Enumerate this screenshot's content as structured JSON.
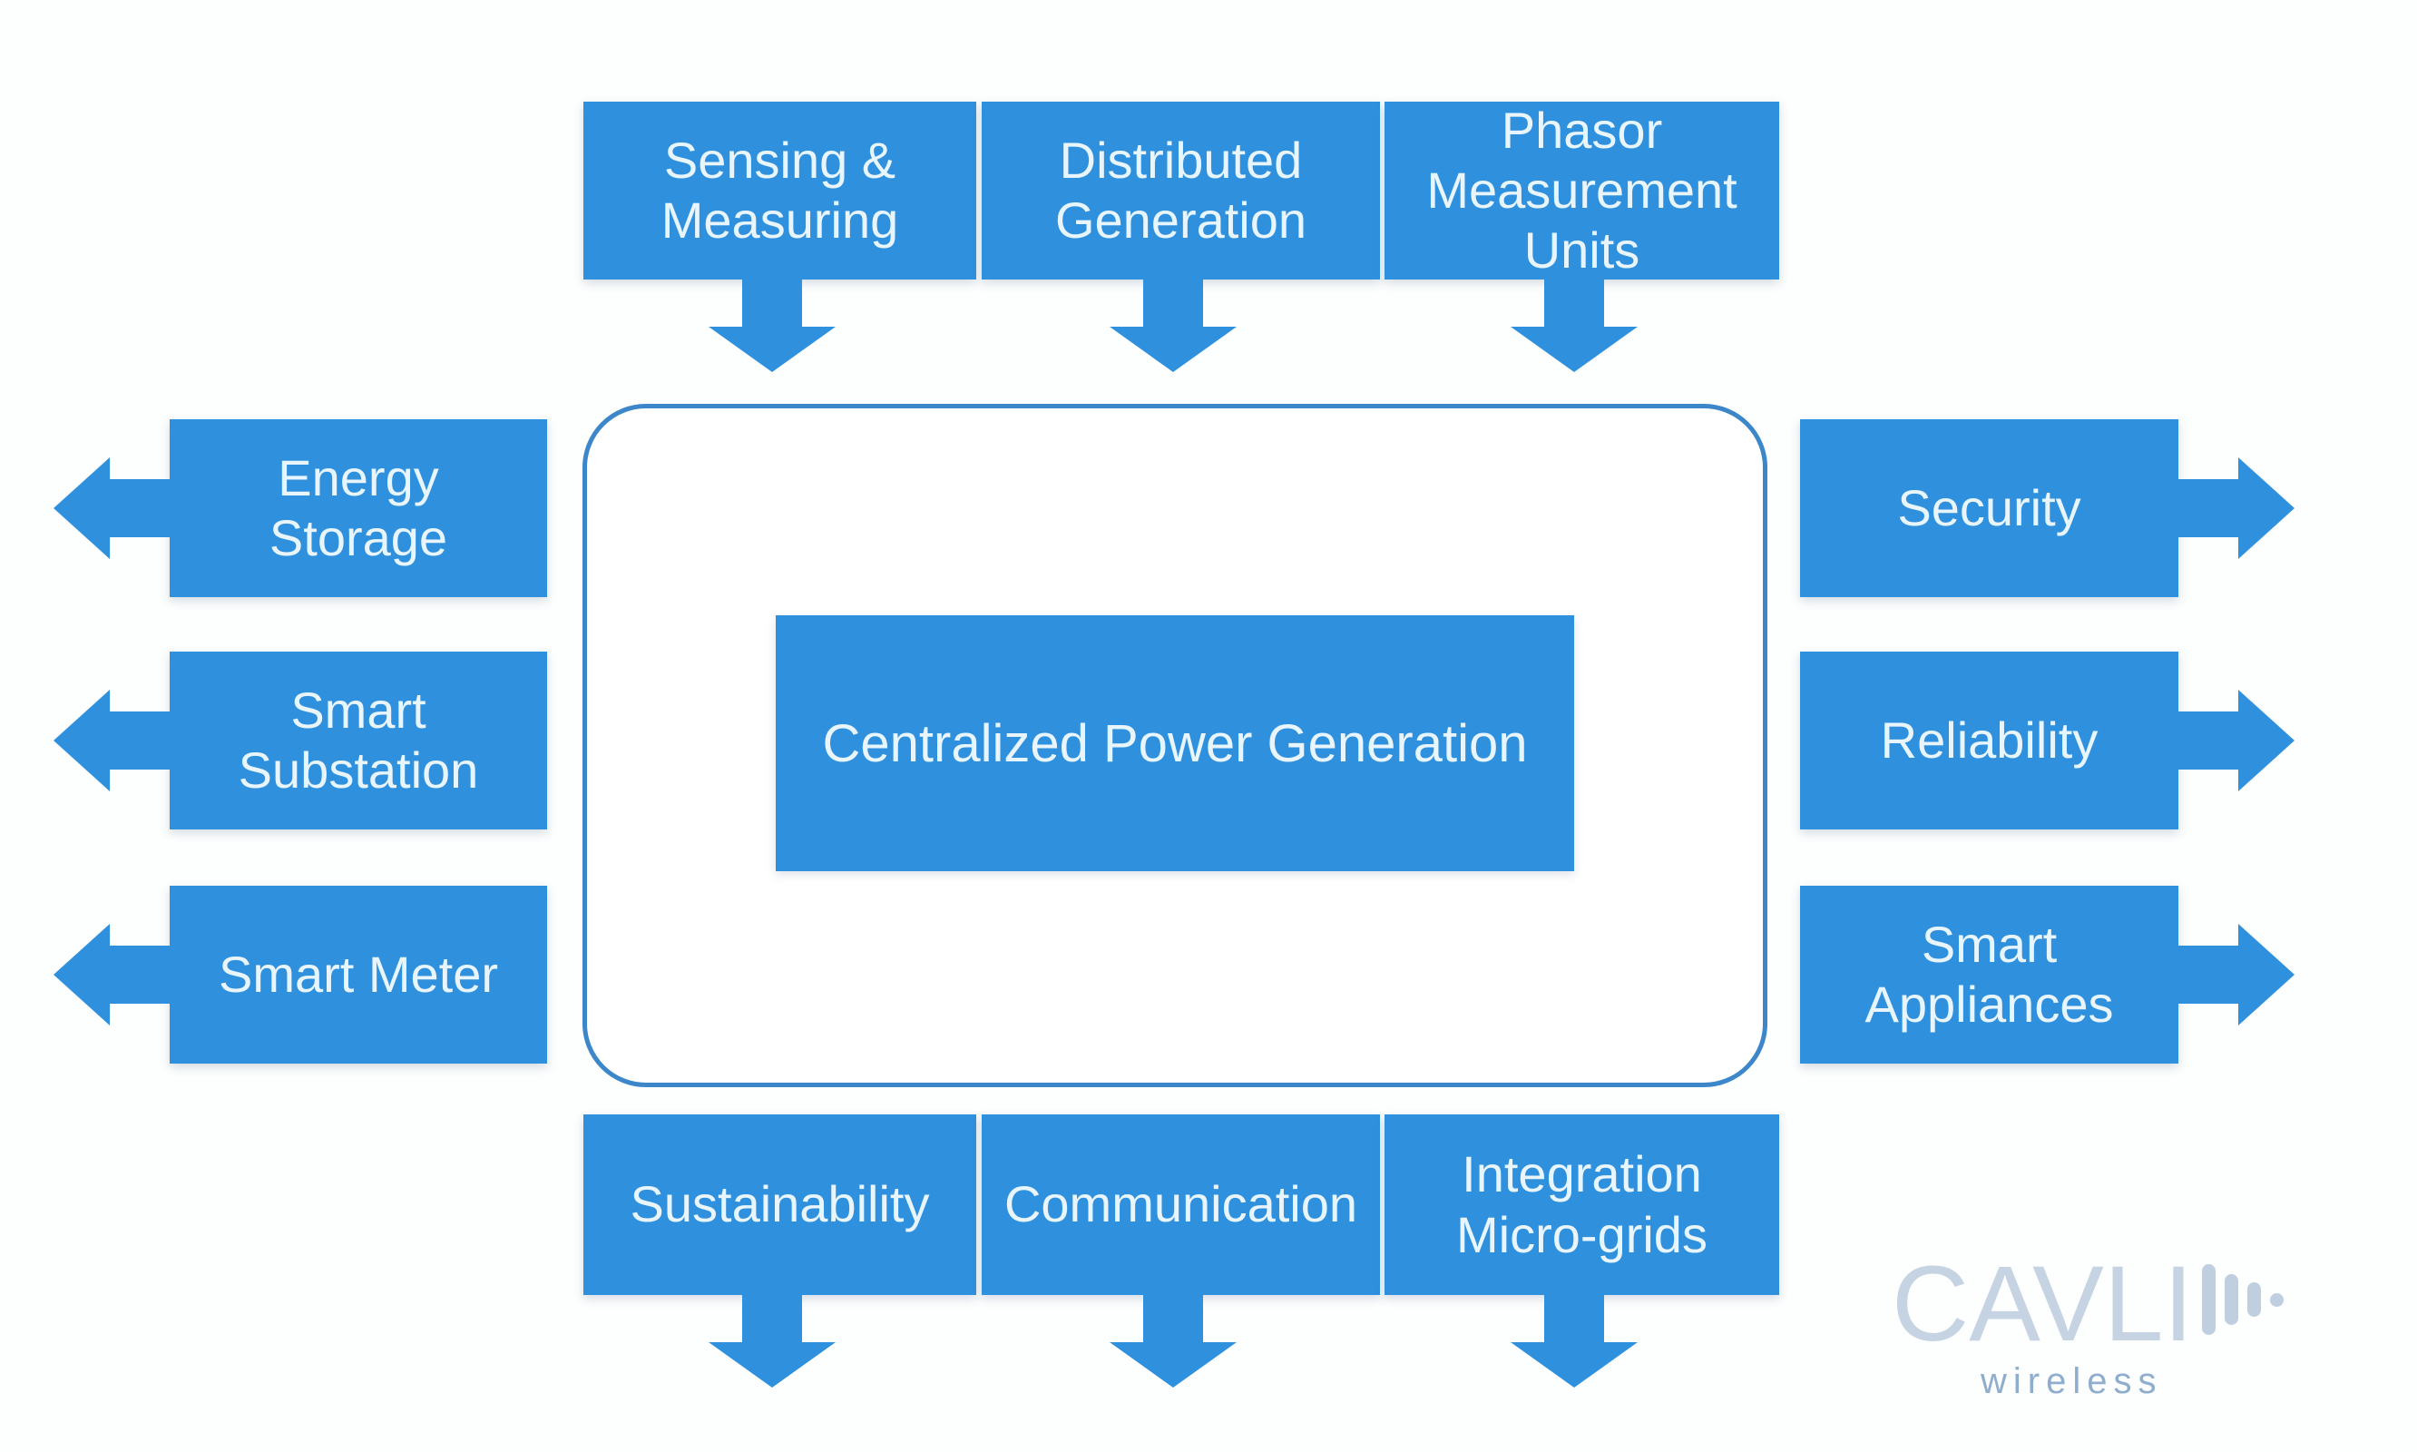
{
  "diagram": {
    "center": {
      "label": "Centralized Power Generation"
    },
    "top_row": {
      "items": [
        {
          "label": "Sensing & Measuring",
          "arrow": "down"
        },
        {
          "label": "Distributed Generation",
          "arrow": "down"
        },
        {
          "label": "Phasor Measurement Units",
          "arrow": "down"
        }
      ]
    },
    "left_column": {
      "items": [
        {
          "label": "Energy Storage",
          "arrow": "left"
        },
        {
          "label": "Smart Substation",
          "arrow": "left"
        },
        {
          "label": "Smart Meter",
          "arrow": "left"
        }
      ]
    },
    "right_column": {
      "items": [
        {
          "label": "Security",
          "arrow": "right"
        },
        {
          "label": "Reliability",
          "arrow": "right"
        },
        {
          "label": "Smart Appliances",
          "arrow": "right"
        }
      ]
    },
    "bottom_row": {
      "items": [
        {
          "label": "Sustainability",
          "arrow": "down"
        },
        {
          "label": "Communication",
          "arrow": "down"
        },
        {
          "label": "Integration Micro-grids",
          "arrow": "down"
        }
      ]
    },
    "colors": {
      "box_blue": "#2f91de",
      "boundary_border": "#3c87c9",
      "label_text": "#e8f5fd",
      "logo_primary": "#c5d3e3",
      "logo_secondary": "#8fadcd",
      "background": "#fdfefe"
    }
  },
  "logo": {
    "brand": "CAVLI",
    "sub": "wireless"
  }
}
